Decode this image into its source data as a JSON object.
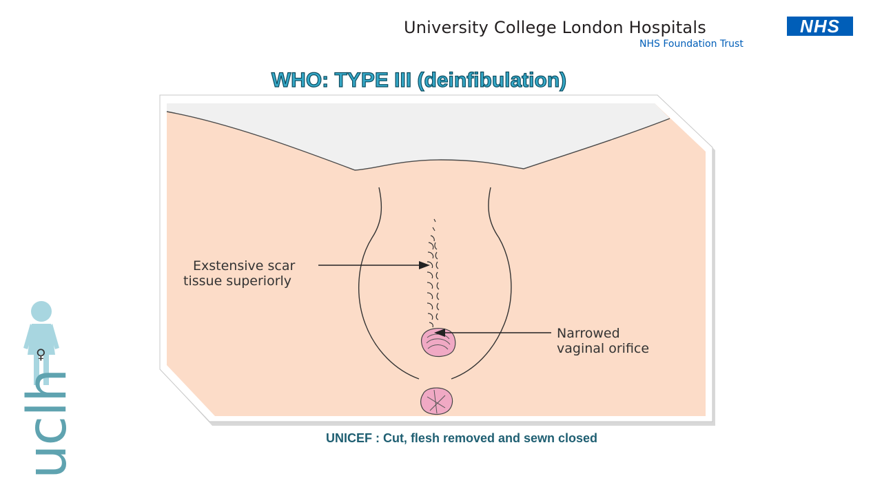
{
  "header": {
    "org_name": "University College London Hospitals",
    "org_subtitle": "NHS Foundation Trust",
    "logo_text": "NHS"
  },
  "slide": {
    "title": "WHO: TYPE III (deinfibulation)",
    "caption": "UNICEF :  Cut, flesh removed and sewn closed"
  },
  "diagram": {
    "label_scar_line1": "Exstensive scar",
    "label_scar_line2": "tissue superiorly",
    "label_orifice_line1": "Narrowed",
    "label_orifice_line2": "vaginal orifice"
  },
  "branding": {
    "side_logo_text": "uclh",
    "female_symbol": "♀"
  },
  "colors": {
    "title": "#36a9c8",
    "caption": "#1f5f72",
    "skin": "#fcdcc8",
    "orifice": "#f0a9c4",
    "nhs_blue": "#005eb8",
    "uclh_teal": "#5fa3b0"
  }
}
